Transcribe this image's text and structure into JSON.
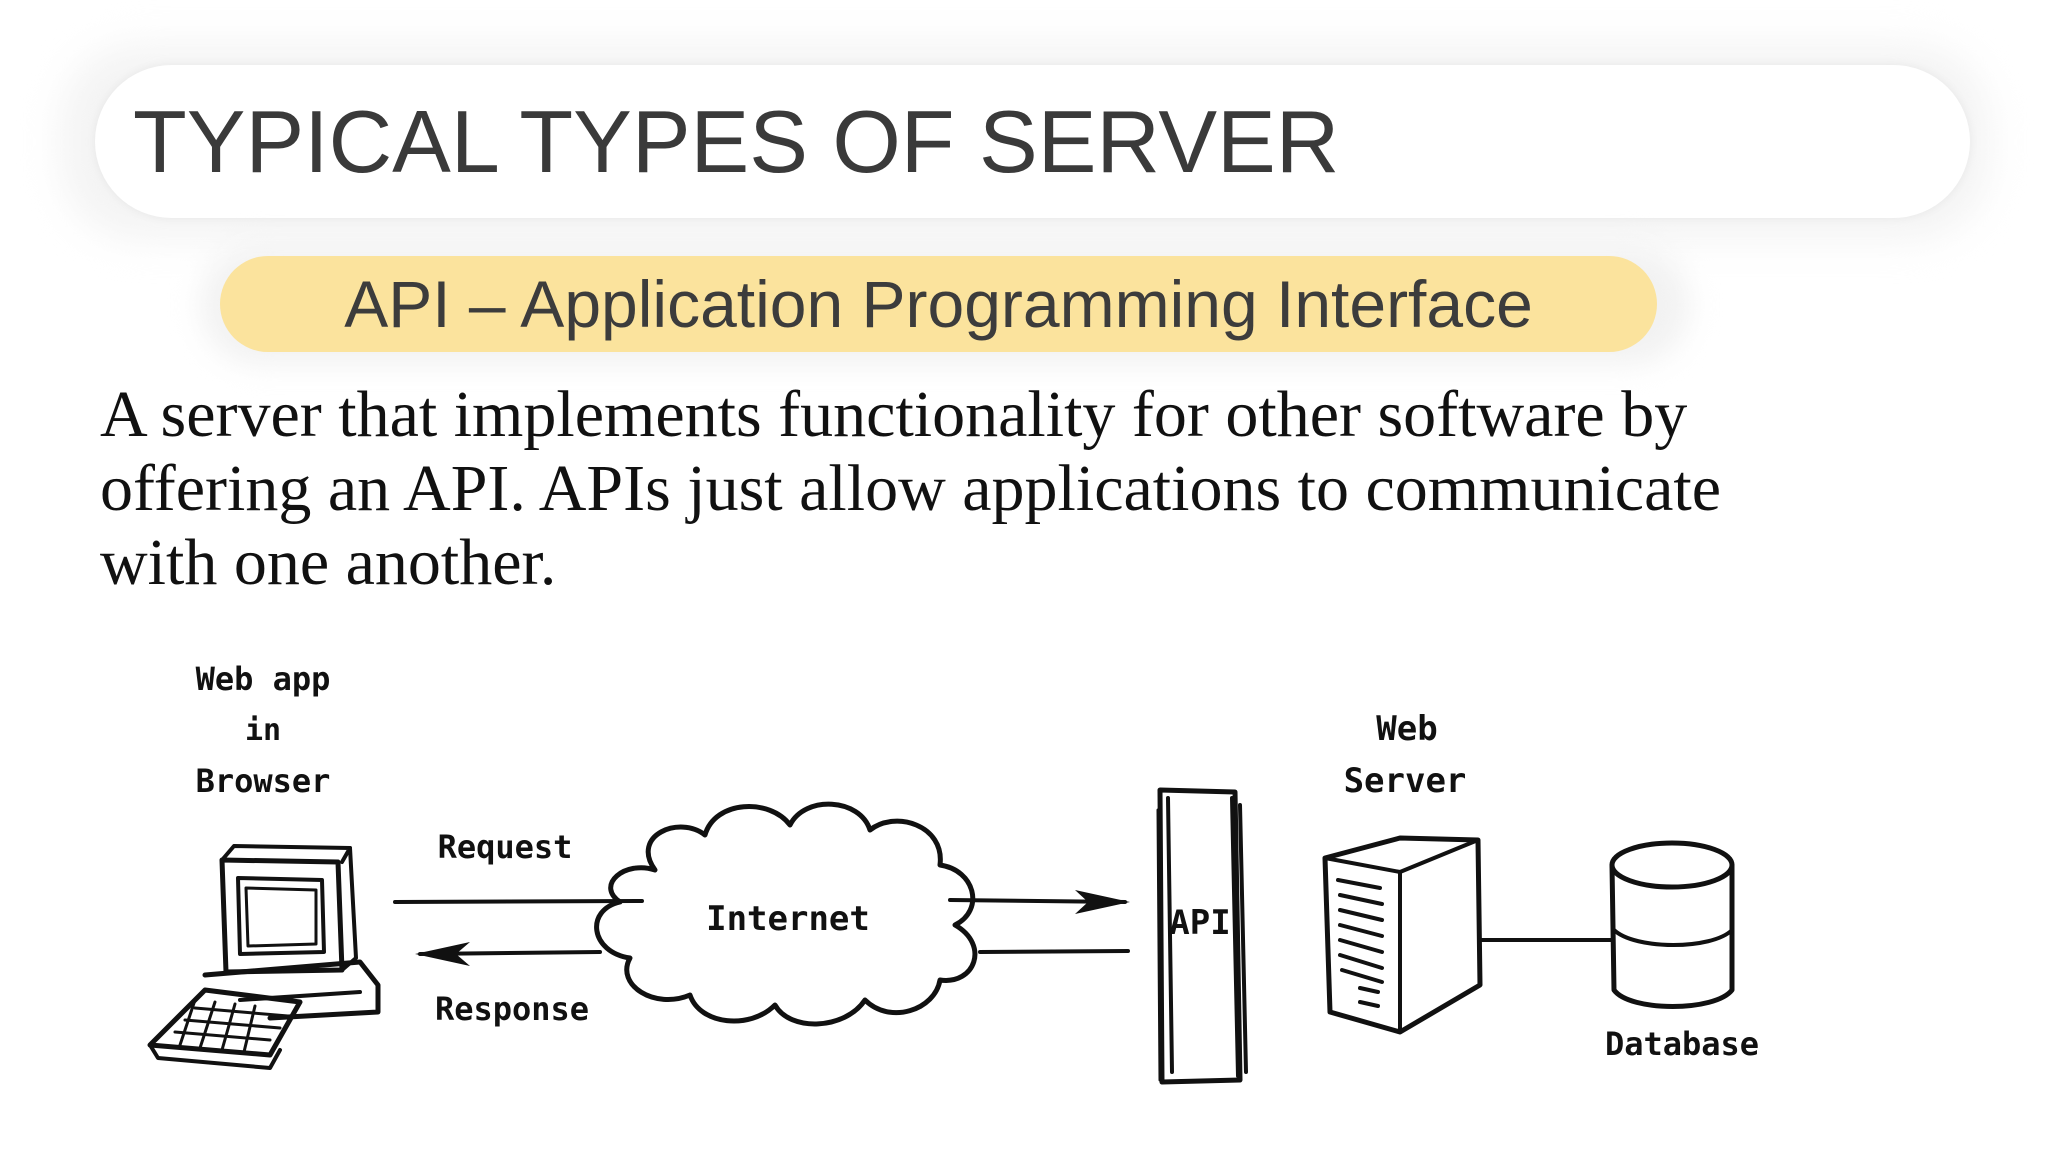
{
  "slide": {
    "title": "TYPICAL TYPES OF SERVER",
    "subtitle": "API – Application Programming Interface",
    "body_lines": [
      "A server that implements functionality for other software by",
      "offering an API. APIs just allow applications to communicate",
      "with one another."
    ]
  },
  "diagram": {
    "client_label_lines": [
      "Web app",
      "in",
      "Browser"
    ],
    "request_label": "Request",
    "response_label": "Response",
    "internet_label": "Internet",
    "api_label": "API",
    "server_label_lines": [
      "Web",
      "Server"
    ],
    "database_label": "Database",
    "icons": [
      "computer-icon",
      "cloud-icon",
      "api-pillar-icon",
      "server-tower-icon",
      "database-icon"
    ]
  }
}
